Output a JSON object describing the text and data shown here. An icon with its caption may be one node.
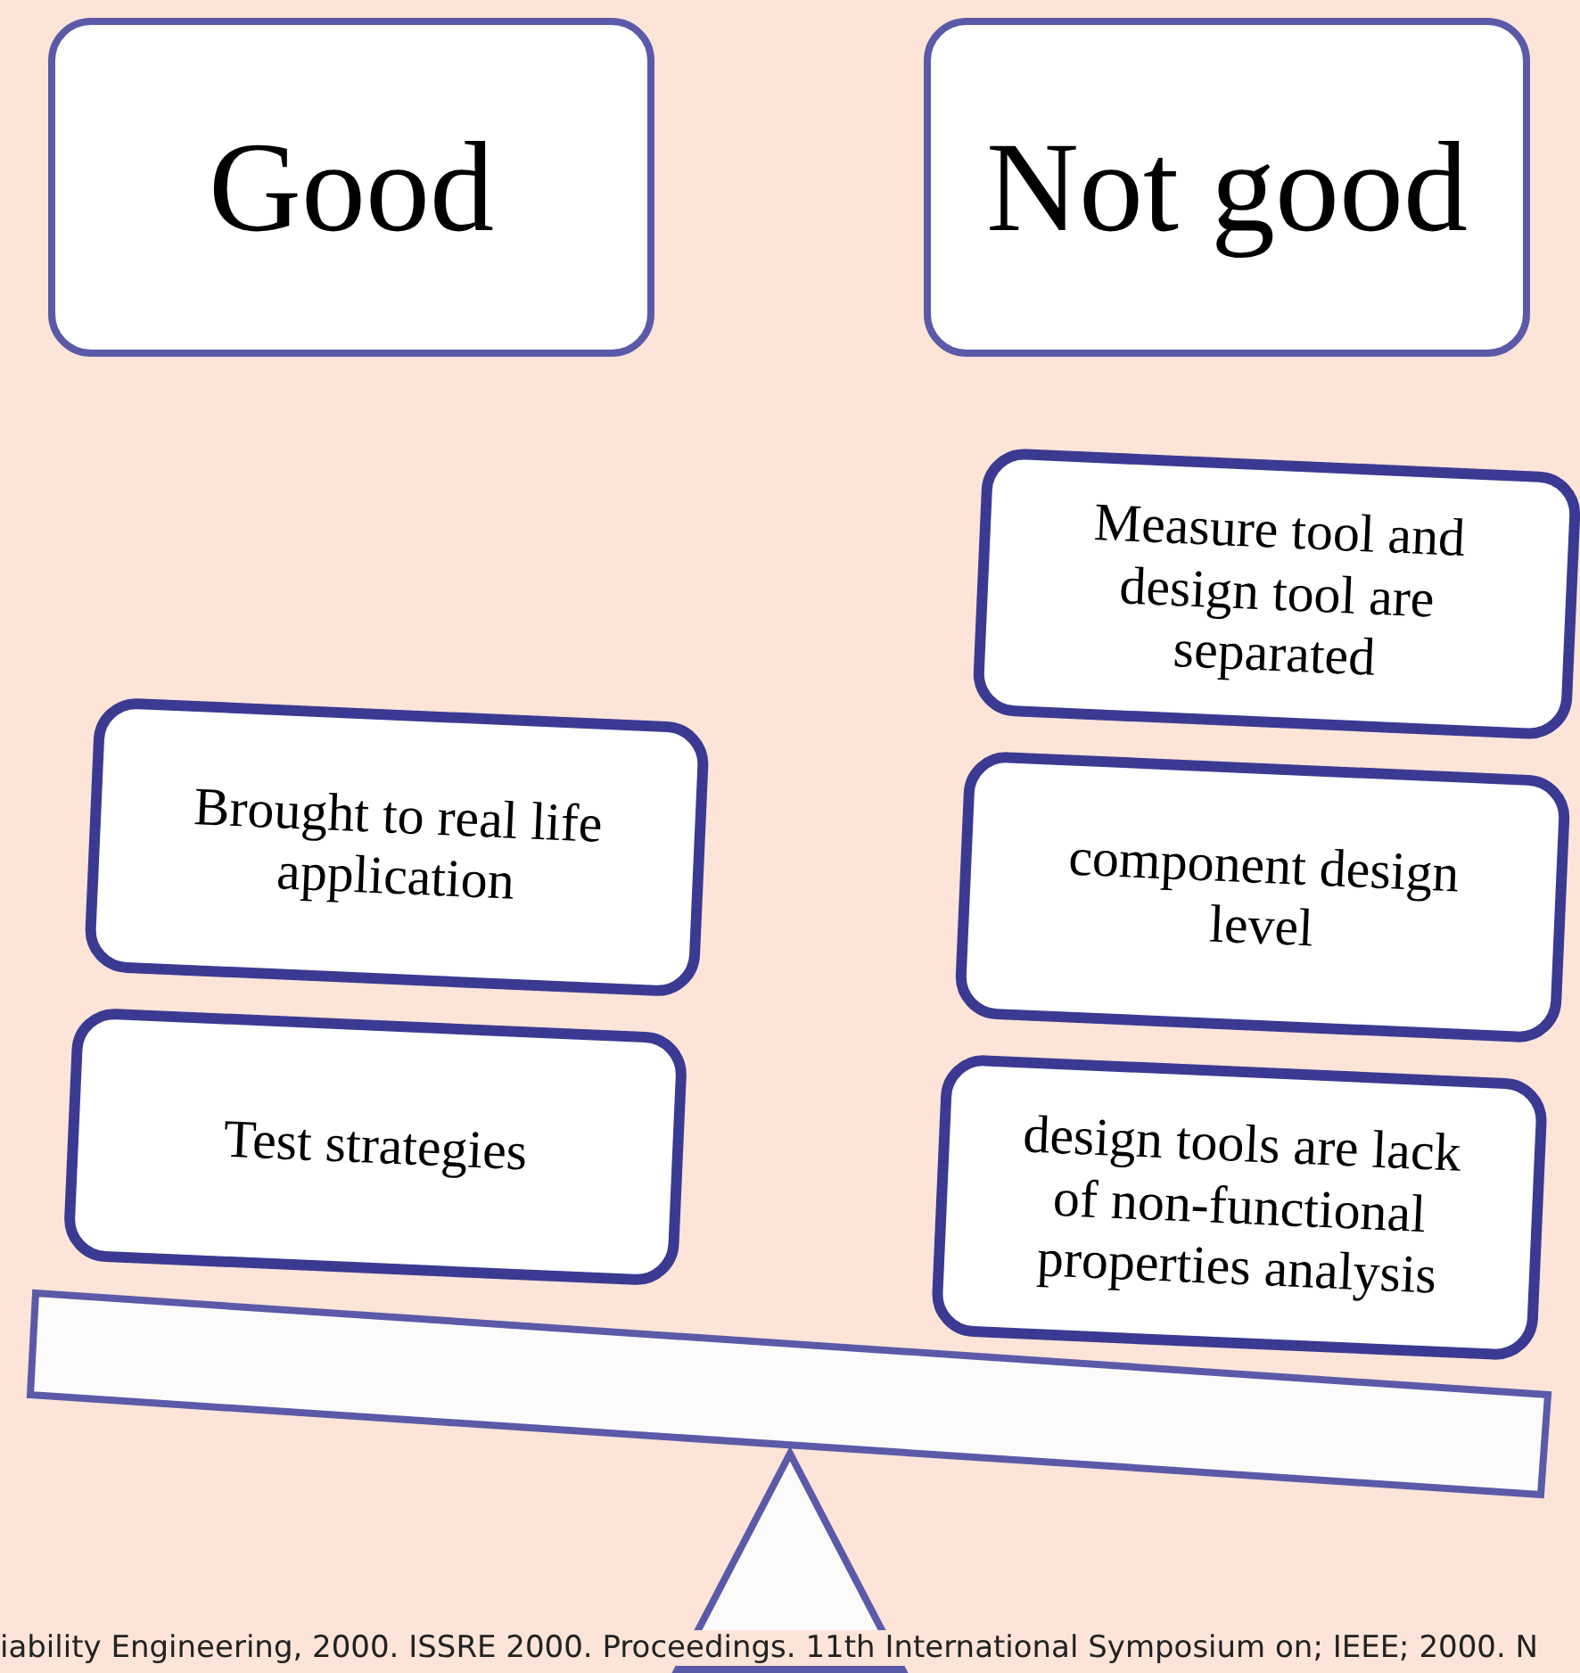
{
  "diagram": {
    "nodes": [
      {
        "text": [
          "Good"
        ]
      },
      {
        "text": [
          "Not good"
        ]
      },
      {
        "text": [
          "Brought to real life application"
        ]
      },
      {
        "text": [
          "Test strategies"
        ]
      },
      {
        "text": [
          "Measure tool and design tool are separated"
        ]
      },
      {
        "text": [
          "component design level"
        ]
      },
      {
        "text": [
          "design tools are lack of non-functional properties analysis"
        ]
      }
    ],
    "labels": [
      "iability Engineering, 2000. ISSRE 2000. Proceedings. 11th International Symposium on; IEEE; 2000. N"
    ]
  }
}
